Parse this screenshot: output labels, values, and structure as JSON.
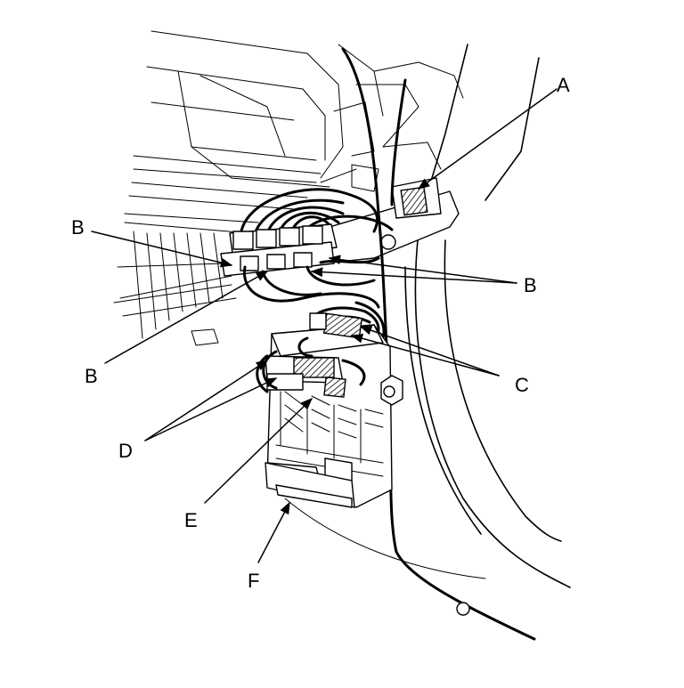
{
  "labels": {
    "a": "A",
    "b": "B",
    "c": "C",
    "d": "D",
    "e": "E",
    "f": "F"
  },
  "colors": {
    "ink": "#000000",
    "paper": "#ffffff"
  }
}
